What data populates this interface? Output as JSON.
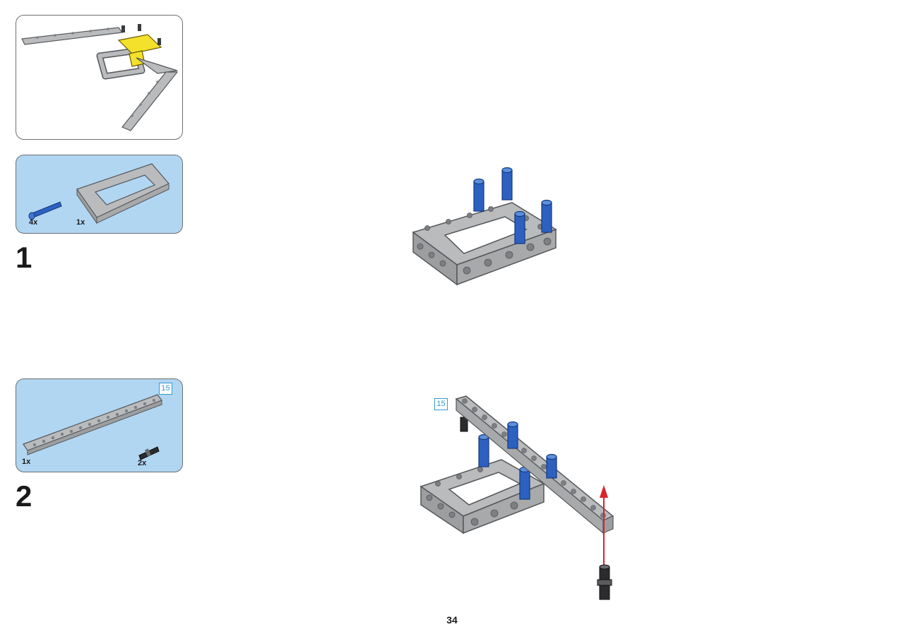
{
  "step1": {
    "number": "1",
    "parts": [
      {
        "icon": "blue-axle-pin-icon",
        "qty": "4x"
      },
      {
        "icon": "gray-frame-icon",
        "qty": "1x"
      }
    ]
  },
  "step2": {
    "number": "2",
    "parts": [
      {
        "icon": "gray-beam-15-icon",
        "qty": "1x"
      },
      {
        "icon": "black-friction-pin-icon",
        "qty": "2x"
      }
    ],
    "beam_length": "15",
    "diagram_beam_length": "15"
  },
  "page_number": "34",
  "colors": {
    "parts_panel_bg": "#b1d6f2",
    "part_gray": "#b9bbbd",
    "pin_blue": "#2c61c2",
    "highlight_yellow": "#f4e12b",
    "arrow_red": "#d9232b",
    "badge_cyan": "#2e9ad0"
  }
}
